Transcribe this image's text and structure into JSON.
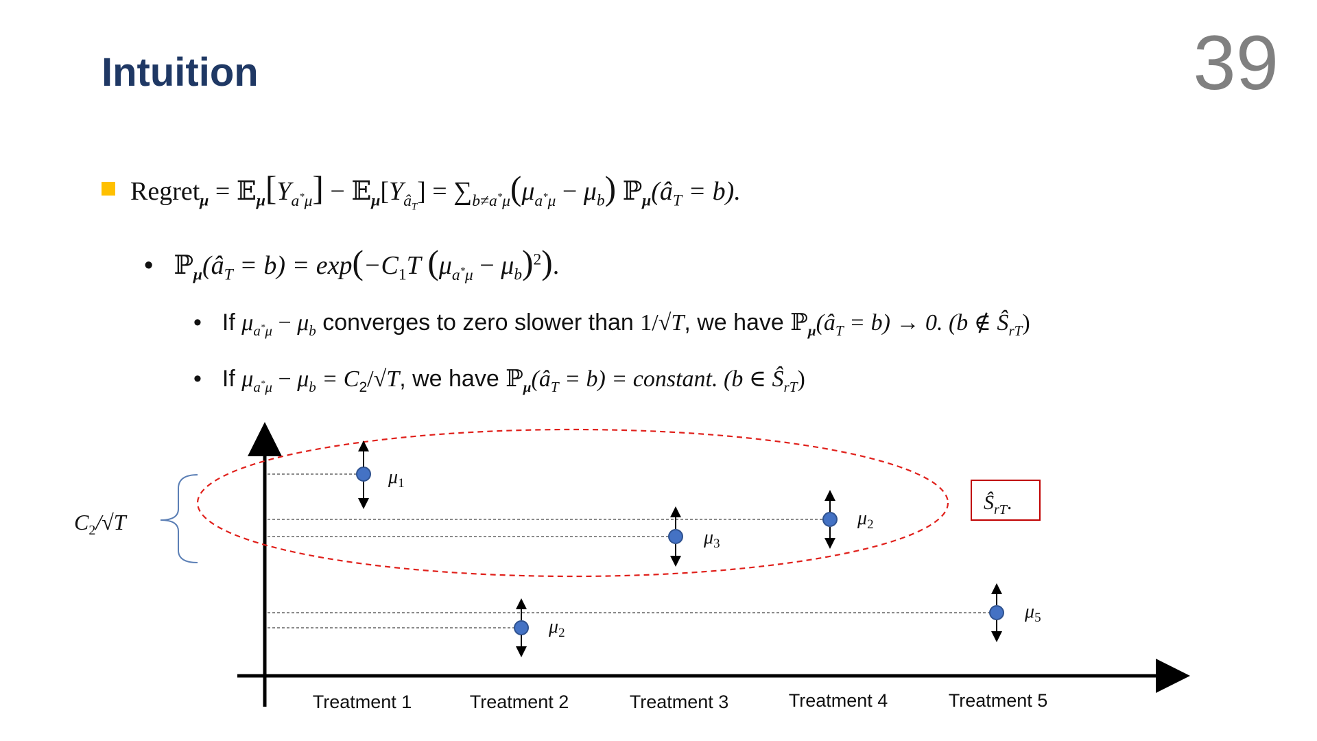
{
  "slide": {
    "title": "Intuition",
    "page_number": "39"
  },
  "bullets": {
    "b1": {
      "regret": "Regret",
      "mu": "μ",
      "eq": " = ",
      "E": "𝔼",
      "Y": "Y",
      "a_star": "a",
      "minus": " − ",
      "a_hat_T": "â",
      "sum": "∑",
      "sum_sub": "b≠a",
      "mu_a": "μ",
      "mu_b": "μ",
      "b": "b",
      "P": "ℙ",
      "cond": "(â",
      "cond_end": " = b).",
      "T": "T"
    },
    "b2": {
      "P": "ℙ",
      "mu": "μ",
      "lhs": "(â",
      "T": "T",
      "lhs_end": " = b) = exp",
      "C1": "−C",
      "one": "1",
      "Tsp": "T",
      "mu_a": "μ",
      "mu_b": "μ",
      "b": "b",
      "sq": "2",
      "end": "."
    },
    "b3": {
      "if": "If ",
      "mu_a": "μ",
      "minus": " − ",
      "mu_b": "μ",
      "b": "b",
      "text1": " converges to zero slower than ",
      "frac": "1/√",
      "T": "T",
      "text2": ", we have ",
      "P": "ℙ",
      "mu": "μ",
      "cond": "(â",
      "cond_end": " = b) → 0.",
      "paren": "  (b ∉ Ŝ",
      "rT": "rT",
      "paren_end": ")"
    },
    "b4": {
      "if": "If ",
      "mu_a": "μ",
      "minus": " − ",
      "mu_b": "μ",
      "b": "b",
      "eqC": " = C",
      "two": "2",
      "frac": "/√",
      "T": "T",
      "text2": ", we have ",
      "P": "ℙ",
      "mu": "μ",
      "cond": "(â",
      "cond_end": " = b) = constant.",
      "paren": "  (b ∈ Ŝ",
      "rT": "rT",
      "paren_end": ")"
    }
  },
  "diagram": {
    "brace_label_C": "C",
    "brace_label_sub": "2",
    "brace_label_frac": "/√T",
    "set_label": "Ŝ",
    "set_label_sub": "rT",
    "set_label_end": ".",
    "treatments": [
      "Treatment 1",
      "Treatment 2",
      "Treatment 3",
      "Treatment 4",
      "Treatment 5"
    ],
    "points": [
      {
        "label": "μ",
        "sub": "1"
      },
      {
        "label": "μ",
        "sub": "2"
      },
      {
        "label": "μ",
        "sub": "3"
      },
      {
        "label": "μ",
        "sub": "2"
      },
      {
        "label": "μ",
        "sub": "5"
      }
    ],
    "colors": {
      "point_fill": "#4472C4",
      "ellipse": "#E0201B",
      "set_box": "#C00000",
      "brace": "#5B7FB5"
    }
  }
}
